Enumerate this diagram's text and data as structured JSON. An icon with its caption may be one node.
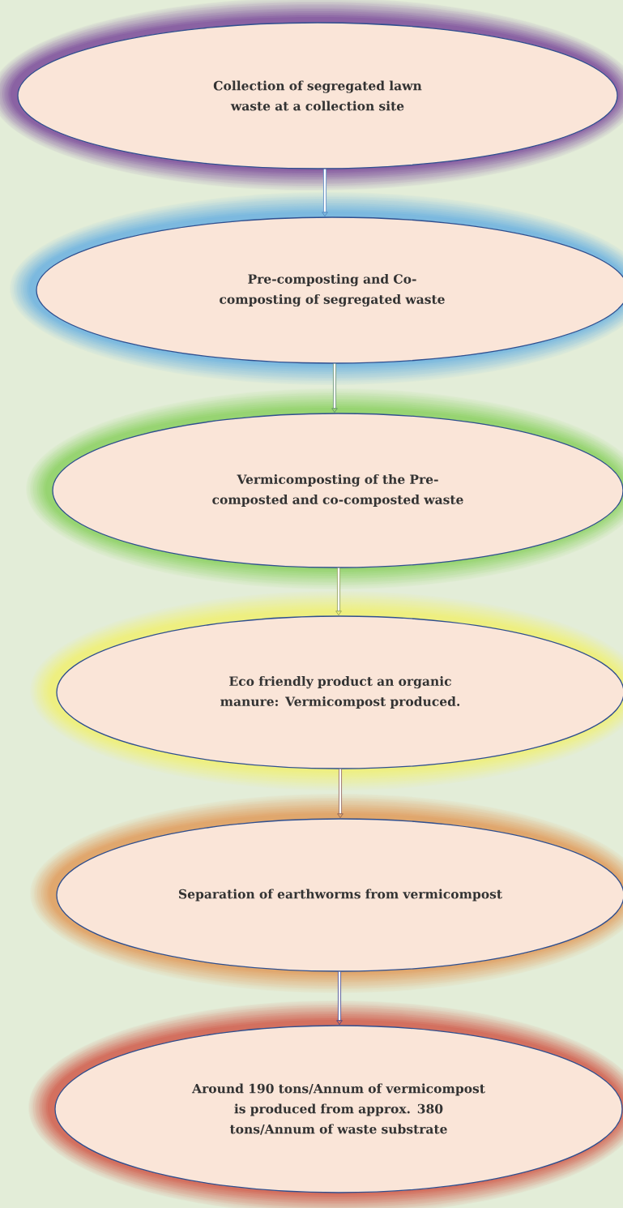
{
  "diagram": {
    "nodes": [
      {
        "text": [
          "Collection of segregated lawn waste at a collection site"
        ]
      },
      {
        "text": [
          "Pre-composting and Co-composting of segregated waste"
        ]
      },
      {
        "text": [
          "Vermicomposting of the Pre-composted and co-composted waste"
        ]
      },
      {
        "text": [
          "Eco friendly product an organic manure: Vermicompost produced."
        ]
      },
      {
        "text": [
          "Separation of earthworms from vermicompost"
        ]
      },
      {
        "text": [
          "Around 190 tons/Annum of vermicompost is produced from approx. 380 tons/Annum of waste substrate"
        ]
      }
    ],
    "edges": [
      {
        "from": 0,
        "to": 1,
        "arrow": "to",
        "color": "#4f81bd"
      },
      {
        "from": 1,
        "to": 2,
        "arrow": "to",
        "color": "#5f8a6a"
      },
      {
        "from": 2,
        "to": 3,
        "arrow": "to",
        "color": "#8a9a50"
      },
      {
        "from": 3,
        "to": 4,
        "arrow": "to",
        "color": "#8a5a50"
      },
      {
        "from": 4,
        "to": 5,
        "arrow": "to",
        "color": "#3a3f8a"
      }
    ]
  }
}
